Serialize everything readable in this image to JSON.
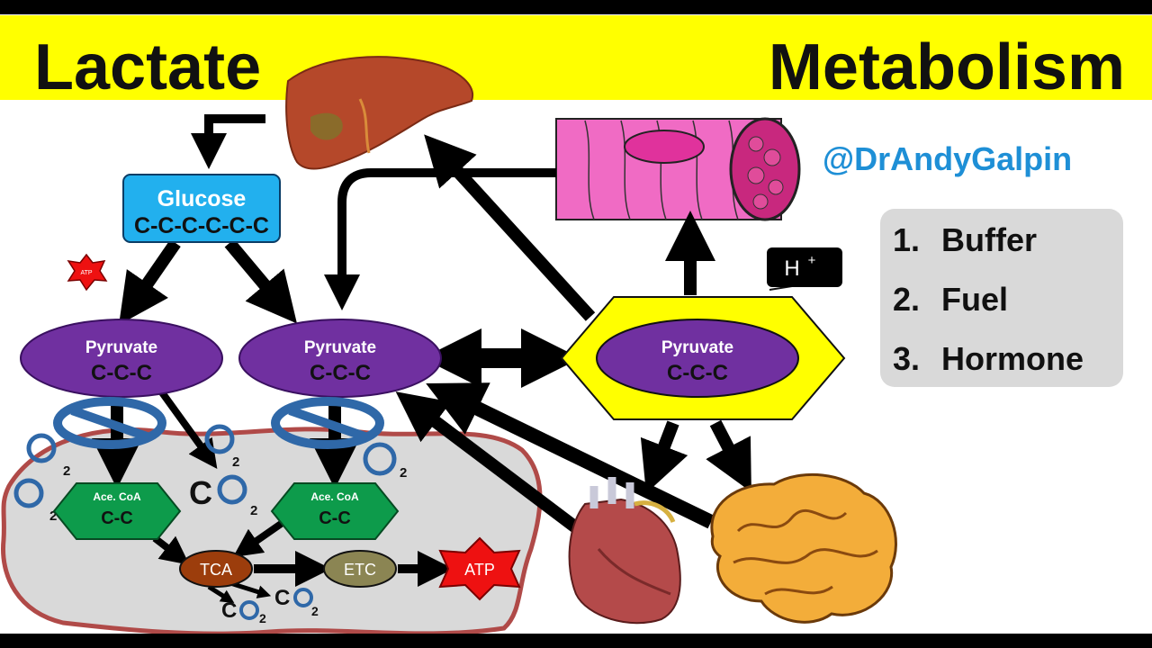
{
  "title": {
    "left": "Lactate",
    "right": "Metabolism"
  },
  "handle": "@DrAndyGalpin",
  "roles": [
    {
      "number": "1.",
      "label": "Buffer"
    },
    {
      "number": "2.",
      "label": "Fuel"
    },
    {
      "number": "3.",
      "label": "Hormone"
    }
  ],
  "glucose": {
    "name": "Glucose",
    "formula": "C-C-C-C-C-C"
  },
  "pyruvate": {
    "name": "Pyruvate",
    "formula": "C-C-C"
  },
  "acetyl_coa": {
    "name": "Ace. CoA",
    "formula": "C-C"
  },
  "tca": "TCA",
  "etc": "ETC",
  "atp": "ATP",
  "co2": {
    "c": "C",
    "sub": "2"
  },
  "hydrogen": {
    "symbol": "H",
    "charge": "+"
  },
  "colors": {
    "title_band": "#ffff00",
    "glucose_box": "#22b0ee",
    "pyruvate": "#7030a0",
    "acetyl_coa": "#0d9b4b",
    "tca": "#9c3d0c",
    "etc": "#8b8553",
    "atp": "#ee1111",
    "cell_fill": "#d9d9d9",
    "cell_border": "#b04a48",
    "handle": "#1e8fd6"
  },
  "icons": [
    "liver-icon",
    "muscle-fiber-icon",
    "heart-icon",
    "brain-icon",
    "no-symbol-icon",
    "atp-star-icon"
  ]
}
